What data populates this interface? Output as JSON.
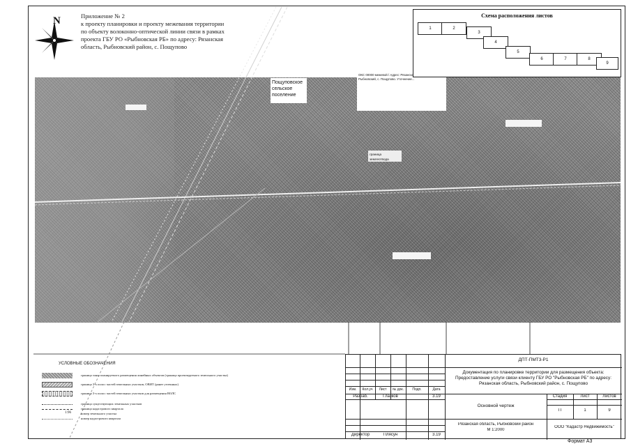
{
  "title": {
    "lines": [
      "Приложение № 2",
      "к проекту планировки и проекту межевания территории",
      "по объекту волоконно-оптической линии связи в рамках",
      "проекта ГБУ РО «Рыбновская РБ» по адресу: Рязанская",
      "область, Рыбновский район, с. Пощупово"
    ]
  },
  "compass": {
    "north_label": "N"
  },
  "scheme": {
    "title": "Схема расположения листов",
    "sheets": [
      "1",
      "2",
      "3",
      "4",
      "5",
      "6",
      "7",
      "8",
      "9"
    ]
  },
  "map_labels": {
    "settlement": "Пощуповское сельское поселение",
    "info_block": "ОКС 00000 межевой / Адрес: Рязанская область, р-н Рыбновский, с. Пощупово. Уточнение...",
    "line_label": "граница землеотвода"
  },
  "legend": {
    "title": "УСЛОВНЫЕ ОБОЗНАЧЕНИЯ",
    "items": [
      "граница зоны планируемого размещения линейных объектов (граница проектируемого земельного участка)",
      "граница 3-х полос частей земельных участков, ОВИТ (ранее учтенных)",
      "граница 3-х полос частей земельных участков для размещения ВОЛС",
      "граница существующих земельных участков",
      "граница кадастрового квартала",
      "номер земельного участка",
      "номер кадастрового квартала"
    ],
    "sample_number": "1:96"
  },
  "stamp": {
    "code": "ДПТ-ПМТ3-Р1",
    "description": "Документация по планировке территории для размещения объекта: Предоставление услуги связи клиенту ГБУ РО \"Рыбновская РБ\" по адресу: Рязанская область, Рыбновский район, с. Пощупово",
    "columns": [
      "Изм.",
      "Кол.уч",
      "Лист",
      "№ док.",
      "Подп.",
      "Дата"
    ],
    "developer_role": "Разраб.",
    "developer_name": "Глазков",
    "developer_date": "3.19",
    "director_role": "Директор",
    "director_name": "Плясун",
    "director_date": "3.19",
    "drawing_name": "Основной чертеж",
    "stage_header": "Стадия",
    "sheet_header": "Лист",
    "sheets_header": "Листов",
    "stage": "П",
    "sheet": "1",
    "sheets": "9",
    "location": "Рязанская область, Рыбновский район",
    "scale": "М 1:2000",
    "company": "ООО \"Кадастр Недвижимость\""
  },
  "format_label": "Формат А3"
}
